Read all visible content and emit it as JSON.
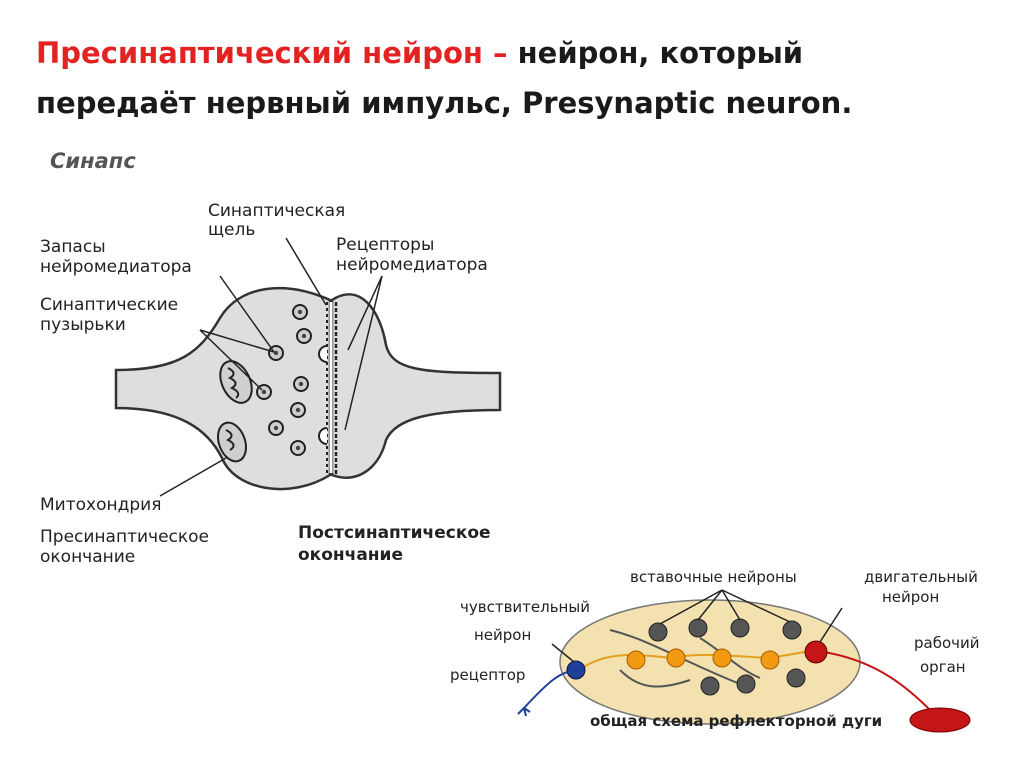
{
  "slide": {
    "title_red": "Пресинаптический нейрон –",
    "title_line1_rest": "нейрон, который",
    "title_line2": "передаёт нервный импульс, Presynaptic neuron."
  },
  "synapse": {
    "heading": "Синапс",
    "cleft_label_1": "Синаптическая",
    "cleft_label_2": "щель",
    "receptors_label_1": "Рецепторы",
    "receptors_label_2": "нейромедиатора",
    "stores_label_1": "Запасы",
    "stores_label_2": "нейромедиатора",
    "vesicles_label_1": "Синаптические",
    "vesicles_label_2": "пузырьки",
    "mitochondria_label": "Митохондрия",
    "presyn_label_1": "Пресинаптическое",
    "presyn_label_2": "окончание",
    "postsyn_label_1": "Постсинаптическое",
    "postsyn_label_2": "окончание"
  },
  "reflex": {
    "interneurons_label": "вставочные нейроны",
    "motor_label_1": "двигательный",
    "motor_label_2": "нейрон",
    "sensory_label_1": "чувствительный",
    "sensory_label_2": "нейрон",
    "receptor_label": "рецептор",
    "effector_label_1": "рабочий",
    "effector_label_2": "орган",
    "caption": "общая схема рефлекторной дуги"
  },
  "colors": {
    "title_red": "#e32222",
    "sensory_blue": "#1f3f9a",
    "interneuron_orange": "#f29a12",
    "motor_red": "#c41616",
    "background_oval": "#f3e2b0"
  }
}
